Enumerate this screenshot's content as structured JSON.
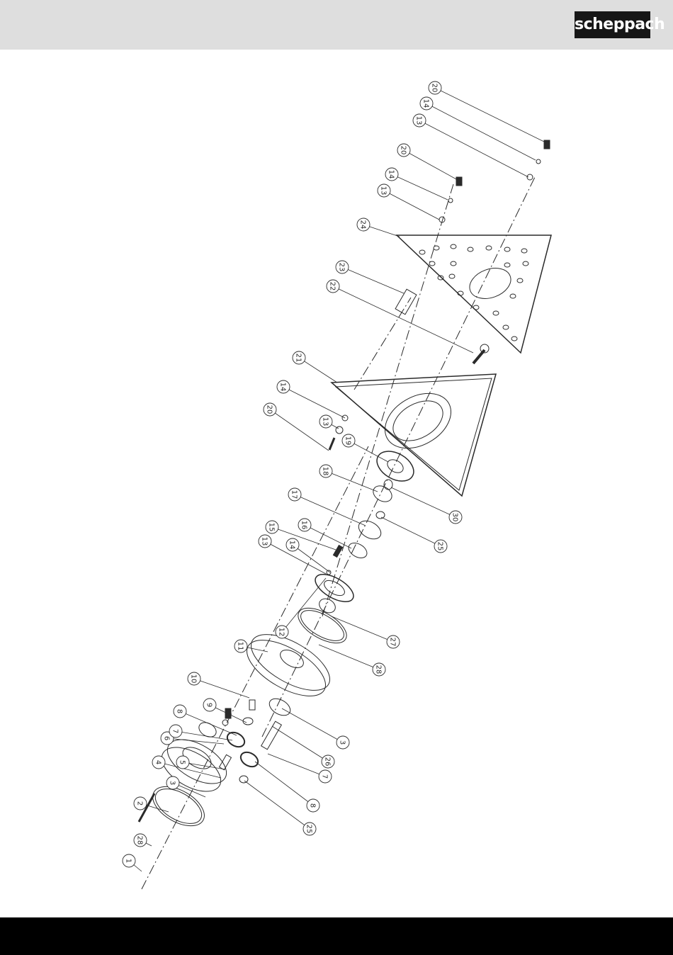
{
  "header": {
    "brand": "scheppach"
  },
  "diagram": {
    "part_labels": [
      "1",
      "28",
      "2",
      "3",
      "4",
      "5",
      "6",
      "7",
      "8",
      "9",
      "10",
      "26",
      "7",
      "8",
      "25",
      "3",
      "11",
      "28",
      "27",
      "12",
      "13",
      "14",
      "15",
      "16",
      "17",
      "18",
      "25",
      "30",
      "19",
      "20",
      "13",
      "14",
      "21",
      "22",
      "23",
      "24",
      "13",
      "14",
      "20",
      "13",
      "14",
      "20"
    ]
  },
  "colors": {
    "header_bg": "#dedede",
    "footer_bg": "#000000",
    "logo_bg": "#161616",
    "line": "#2a2a2a"
  }
}
